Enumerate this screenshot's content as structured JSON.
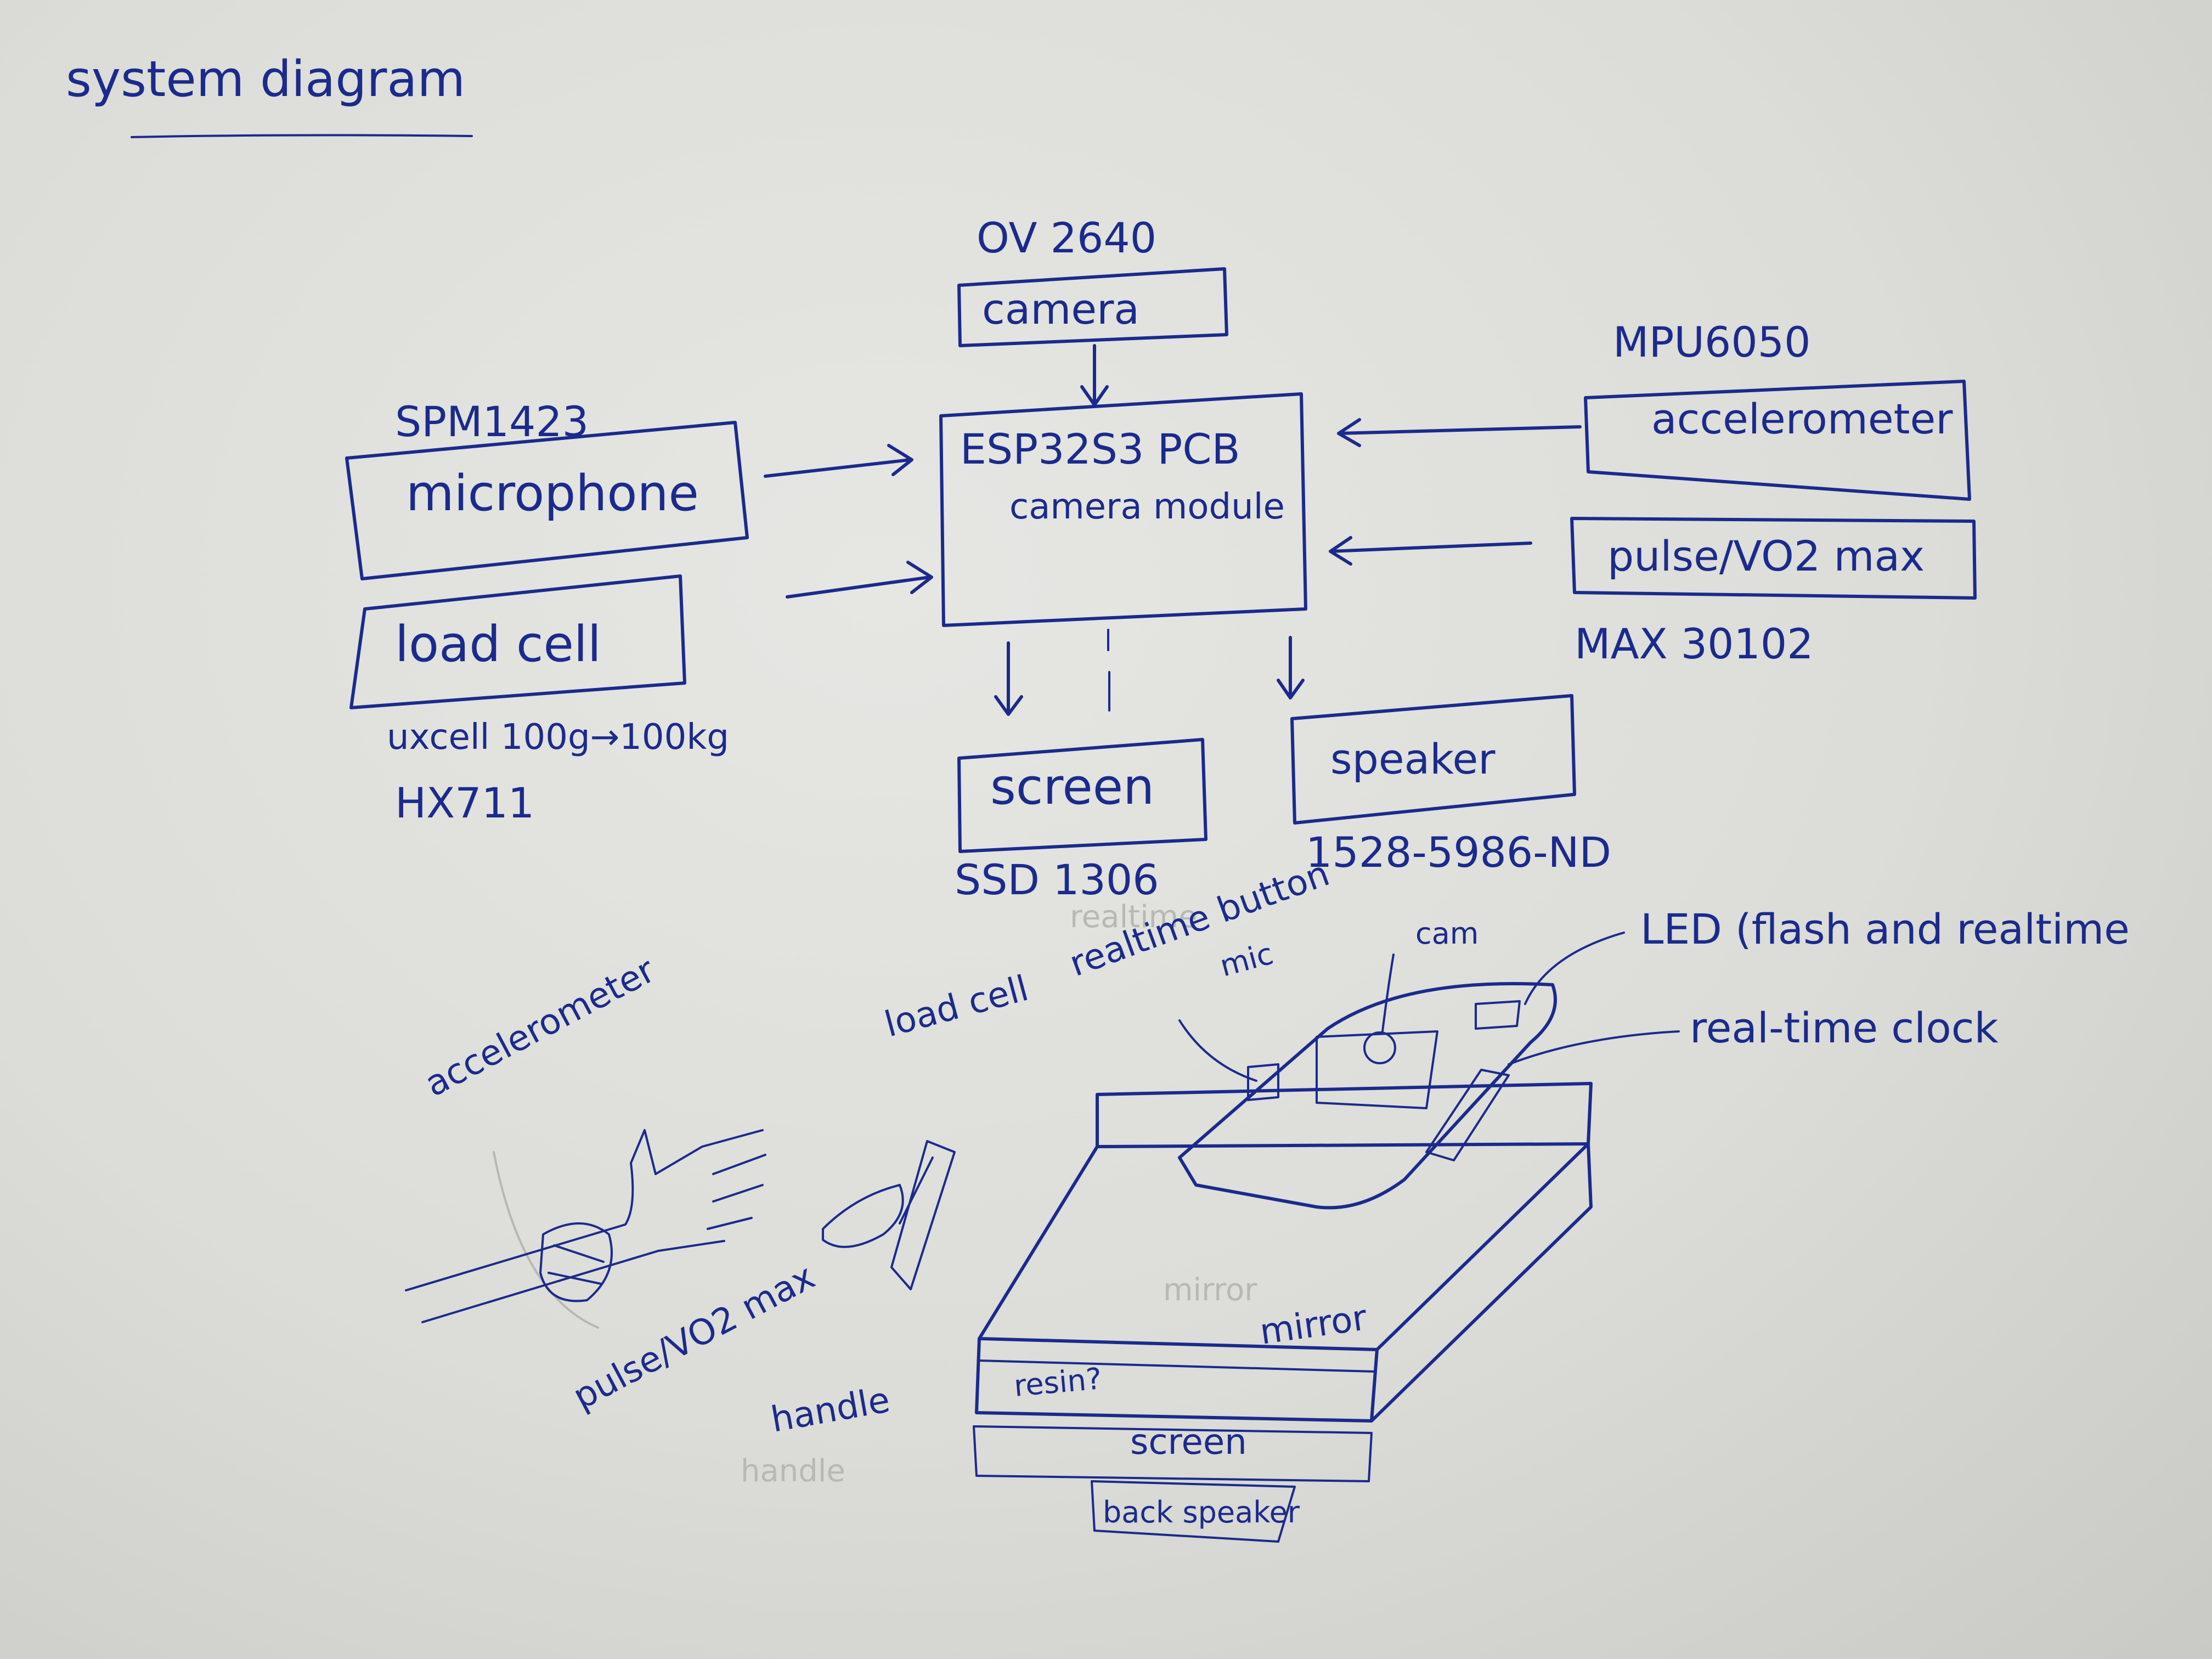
{
  "title": "system diagram",
  "block_diagram": {
    "camera": {
      "part": "OV 2640",
      "label": "camera"
    },
    "pcb": {
      "label": "ESP32S3 PCB",
      "sub": "camera module"
    },
    "microphone": {
      "part": "SPM1423",
      "label": "microphone"
    },
    "load_cell": {
      "label": "load cell",
      "note": "uxcell 100g→100kg",
      "part": "HX711"
    },
    "accelerometer": {
      "part": "MPU6050",
      "label": "accelerometer"
    },
    "pulse": {
      "label": "pulse/VO2 max",
      "part": "MAX 30102"
    },
    "screen": {
      "label": "screen",
      "part": "SSD 1306"
    },
    "speaker": {
      "label": "speaker",
      "part": "1528-5986-ND"
    }
  },
  "sketch": {
    "accelerometer": "accelerometer",
    "pulse": "pulse/VO2 max",
    "load_cell": "load cell",
    "realtime_button": "realtime button",
    "mic": "mic",
    "cam": "cam",
    "led": "LED (flash and realtime",
    "clock": "real-time clock",
    "mirror": "mirror",
    "resin": "resin?",
    "handle": "handle",
    "screen": "screen",
    "back_speaker": "back speaker"
  },
  "ink_color": "#1b2a8c"
}
